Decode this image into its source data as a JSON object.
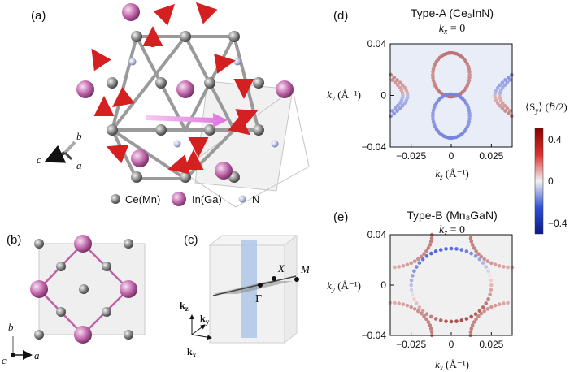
{
  "panels": {
    "a": "(a)",
    "b": "(b)",
    "c": "(c)",
    "d": "(d)",
    "e": "(e)"
  },
  "legend": {
    "ce": "Ce(Mn)",
    "in": "In(Ga)",
    "n": "N"
  },
  "axes_a": {
    "c": "c",
    "b": "b",
    "a": "a"
  },
  "axes_b": {
    "b": "b",
    "c": "c",
    "a": "a"
  },
  "bz": {
    "X": "X",
    "M": "M",
    "Gamma": "Γ",
    "kz": "k",
    "kz_sub": "z",
    "ky": "k",
    "ky_sub": "y",
    "kx": "k",
    "kx_sub": "x"
  },
  "colorbar": {
    "label": "⟨S",
    "label_sub": "y",
    "label_tail": "⟩ (ℏ/2)",
    "ticks": [
      "0.4",
      "0",
      "−0.4"
    ],
    "top_color": "#8b0000",
    "mid_color": "#f2f2f2",
    "bottom_color": "#0a1a8a"
  },
  "colors": {
    "ce_atom": "#8a8a8a",
    "in_atom": "#cc77bb",
    "n_atom": "#aab0d8",
    "spin_arrow": "#d42020",
    "moment_arrow": "#f0a8ee",
    "bond": "#9a9a9a",
    "bond_b": "#c060a8",
    "plane": "#a9c4e6"
  },
  "chart_data": [
    {
      "type": "scatter",
      "title": "Type-A (Ce₃InN)",
      "subtitle": "k",
      "subtitle_sub": "x",
      "subtitle_tail": " = 0",
      "xlabel": "k",
      "xlabel_sub": "z",
      "xlabel_tail": " (Å⁻¹)",
      "ylabel": "k",
      "ylabel_sub": "y",
      "ylabel_tail": " (Å⁻¹)",
      "xlim": [
        -0.038,
        0.038
      ],
      "ylim": [
        -0.04,
        0.04
      ],
      "xticks": [
        "−0.025",
        "0",
        "0.025"
      ],
      "xtick_values": [
        -0.025,
        0,
        0.025
      ],
      "yticks": [
        "0.04",
        "0",
        "−0.04"
      ],
      "ytick_values": [
        0.04,
        0,
        -0.04
      ],
      "background": "#e8edf8",
      "series": [
        {
          "shape": "ellipse",
          "cx": 0,
          "cy": 0.016,
          "rx": 0.0115,
          "ry": 0.017,
          "spin": 0.55
        },
        {
          "shape": "ellipse",
          "cx": 0,
          "cy": -0.016,
          "rx": 0.0115,
          "ry": 0.017,
          "spin": -0.55
        },
        {
          "shape": "hyperbola",
          "side": -1,
          "a": 0.0285,
          "b": 0.012,
          "spin_top": 0.55,
          "spin_bottom": -0.55
        },
        {
          "shape": "hyperbola",
          "side": 1,
          "a": 0.0285,
          "b": 0.012,
          "spin_top": -0.55,
          "spin_bottom": 0.55
        }
      ]
    },
    {
      "type": "scatter",
      "title": "Type-B (Mn₃GaN)",
      "subtitle": "k",
      "subtitle_sub": "z",
      "subtitle_tail": " = 0",
      "xlabel": "k",
      "xlabel_sub": "x",
      "xlabel_tail": " (Å⁻¹)",
      "ylabel": "k",
      "ylabel_sub": "y",
      "ylabel_tail": " (Å⁻¹)",
      "xlim": [
        -0.038,
        0.038
      ],
      "ylim": [
        -0.04,
        0.04
      ],
      "xticks": [
        "−0.025",
        "0",
        "0.025"
      ],
      "xtick_values": [
        -0.025,
        0,
        0.025
      ],
      "yticks": [
        "0.04",
        "0",
        "−0.04"
      ],
      "ytick_values": [
        0.04,
        0,
        -0.04
      ],
      "background": "#f0f0f0",
      "series": [
        {
          "shape": "ellipse",
          "cx": 0,
          "cy": 0,
          "rx": 0.025,
          "ry": 0.029,
          "spin": "top-blue"
        },
        {
          "shape": "corner",
          "cx": -0.038,
          "cy": 0.04,
          "r": 0.026,
          "spin": 0.5
        },
        {
          "shape": "corner",
          "cx": 0.038,
          "cy": 0.04,
          "r": 0.026,
          "spin": 0.5
        },
        {
          "shape": "corner",
          "cx": -0.038,
          "cy": -0.04,
          "r": 0.026,
          "spin": 0.5
        },
        {
          "shape": "corner",
          "cx": 0.038,
          "cy": -0.04,
          "r": 0.026,
          "spin": 0.5
        }
      ]
    }
  ]
}
